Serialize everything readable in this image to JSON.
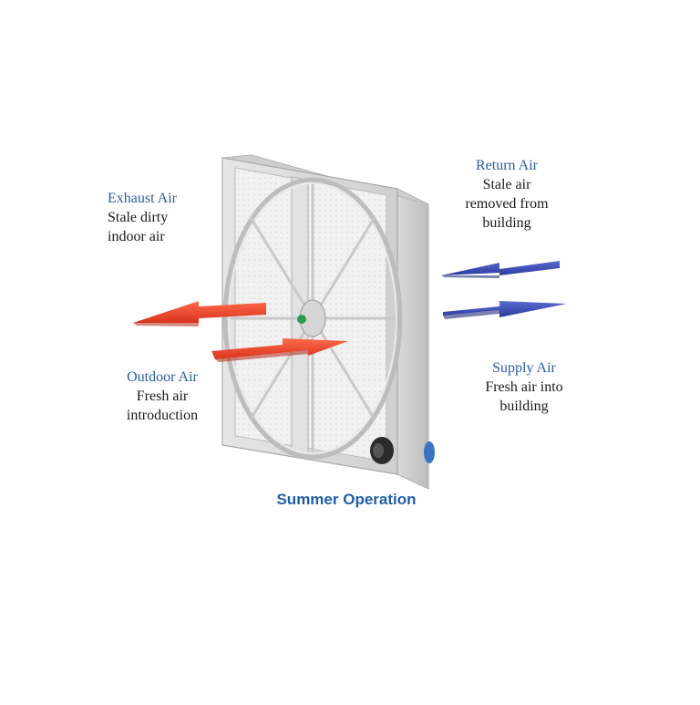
{
  "labels": {
    "exhaust": {
      "title": "Exhaust Air",
      "lines": [
        "Stale dirty",
        "indoor air"
      ]
    },
    "outdoor": {
      "title": "Outdoor Air",
      "lines": [
        "Fresh air",
        "introduction"
      ]
    },
    "return": {
      "title": "Return Air",
      "lines": [
        "Stale air",
        "removed from",
        "building"
      ]
    },
    "supply": {
      "title": "Supply Air",
      "lines": [
        "Fresh air into",
        "building"
      ]
    }
  },
  "caption": "Summer Operation",
  "colors": {
    "title_text": "#2a5d9e",
    "caption": "#1f5fa6",
    "warm_arrow": "#e8432b",
    "cool_arrow": "#3b4bb0",
    "frame": "#dcdcdc"
  }
}
